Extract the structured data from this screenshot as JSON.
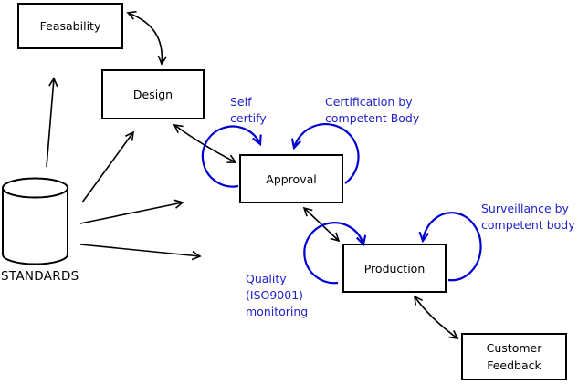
{
  "diagram_type": "process-flow",
  "nodes": {
    "feasability": {
      "label": "Feasability",
      "shape": "rect"
    },
    "design": {
      "label": "Design",
      "shape": "rect"
    },
    "approval": {
      "label": "Approval",
      "shape": "rect"
    },
    "production": {
      "label": "Production",
      "shape": "rect"
    },
    "customer_feedback": {
      "label": "Customer\nFeedback",
      "shape": "rect"
    },
    "standards": {
      "label": "STANDARDS",
      "shape": "cylinder"
    }
  },
  "annotations": {
    "self_certify": {
      "text": "Self\ncertify",
      "attached_to": "approval"
    },
    "certification": {
      "text": "Certification by\ncompetent Body",
      "attached_to": "approval"
    },
    "surveillance": {
      "text": "Surveillance by\ncompetent body",
      "attached_to": "production"
    },
    "quality_monitoring": {
      "text": "Quality\n(ISO9001)\nmonitoring",
      "attached_to": "production"
    }
  },
  "edges": [
    {
      "from": "standards",
      "to": "feasability",
      "style": "single-arrow"
    },
    {
      "from": "standards",
      "to": "design",
      "style": "single-arrow"
    },
    {
      "from": "standards",
      "to": "approval",
      "style": "single-arrow"
    },
    {
      "from": "standards",
      "to": "production",
      "style": "single-arrow"
    },
    {
      "from": "feasability",
      "to": "design",
      "style": "double-arrow"
    },
    {
      "from": "design",
      "to": "approval",
      "style": "double-arrow"
    },
    {
      "from": "approval",
      "to": "production",
      "style": "double-arrow"
    },
    {
      "from": "production",
      "to": "customer_feedback",
      "style": "double-arrow"
    },
    {
      "loop_on": "approval",
      "label": "self_certify",
      "style": "blue-loop"
    },
    {
      "loop_on": "approval",
      "label": "certification",
      "style": "blue-loop"
    },
    {
      "loop_on": "production",
      "label": "quality_monitoring",
      "style": "blue-loop"
    },
    {
      "loop_on": "production",
      "label": "surveillance",
      "style": "blue-loop"
    }
  ],
  "colors": {
    "line": "#000000",
    "node_border": "#000000",
    "annotation_text": "#2222CC",
    "loop_line": "#0000D0",
    "background": "#FFFFFF"
  }
}
